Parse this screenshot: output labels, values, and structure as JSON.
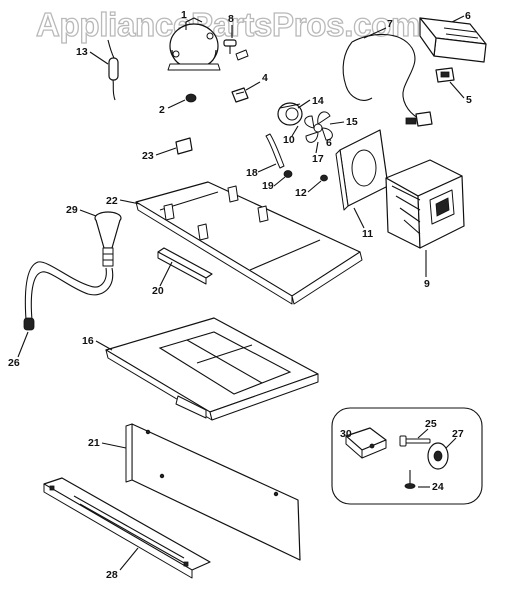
{
  "watermark": "AppliancePartsPros.com",
  "callouts": {
    "c1": "1",
    "c2": "2",
    "c4": "4",
    "c5": "5",
    "c6": "6",
    "c7": "7",
    "c8": "8",
    "c9": "9",
    "c10": "10",
    "c11": "11",
    "c12": "12",
    "c13": "13",
    "c14": "14",
    "c15": "15",
    "c16": "16",
    "c17": "17",
    "c18": "18",
    "c19": "19",
    "c20": "20",
    "c21": "21",
    "c22": "22",
    "c23": "23",
    "c24": "24",
    "c25": "25",
    "c26": "26",
    "c27": "27",
    "c28": "28",
    "c29": "29",
    "c30": "30",
    "c6b": "6"
  }
}
